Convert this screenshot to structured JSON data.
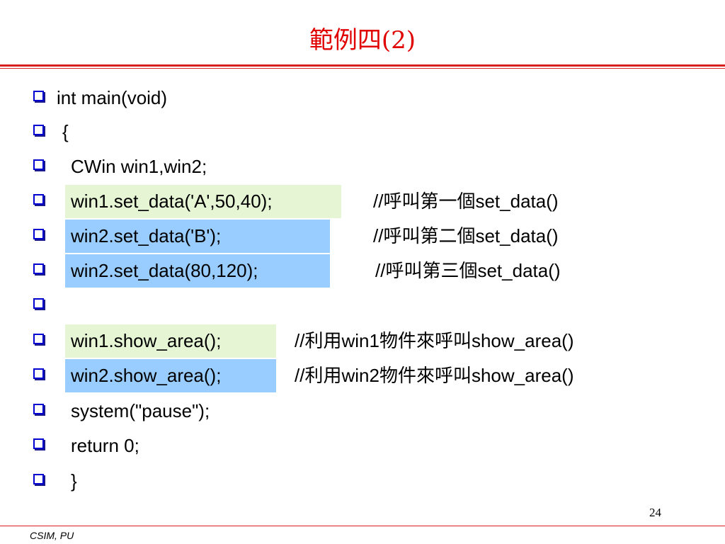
{
  "slide": {
    "title": "範例四(2)",
    "page_number": "24",
    "footer": "CSIM, PU"
  },
  "lines": [
    {
      "code": "int main(void)"
    },
    {
      "code": "{"
    },
    {
      "code": "CWin win1,win2;"
    },
    {
      "code": "win1.set_data('A',50,40);",
      "highlight": "green",
      "comment": {
        "slashes": "//",
        "cjk": "呼叫第一個",
        "tail": "set_data()"
      }
    },
    {
      "code": "win2.set_data('B');",
      "highlight": "blue",
      "comment": {
        "slashes": "//",
        "cjk": "呼叫第二個",
        "tail": "set_data()"
      }
    },
    {
      "code": "win2.set_data(80,120);",
      "highlight": "blue",
      "comment": {
        "slashes": "//",
        "cjk": "呼叫第三個",
        "tail": "set_data()"
      }
    },
    {
      "code": ""
    },
    {
      "code": "win1.show_area();",
      "highlight": "green",
      "comment": {
        "slashes": "//",
        "cjk": "利用",
        "mid": "win1",
        "cjk2": "物件來呼叫",
        "tail": "show_area()"
      }
    },
    {
      "code": "win2.show_area();",
      "highlight": "blue",
      "comment": {
        "slashes": "//",
        "cjk": "利用",
        "mid": "win2",
        "cjk2": "物件來呼叫",
        "tail": "show_area()"
      }
    },
    {
      "code": "system(\"pause\");"
    },
    {
      "code": "return 0;"
    },
    {
      "code": "}"
    }
  ],
  "colors": {
    "title": "#e00000",
    "rule": "#d82020",
    "bullet": "#0000d0",
    "highlight_green": "#e6f5d4",
    "highlight_blue": "#99ccff"
  },
  "icons": {
    "bullet": "hollow-square-bullet-icon"
  }
}
